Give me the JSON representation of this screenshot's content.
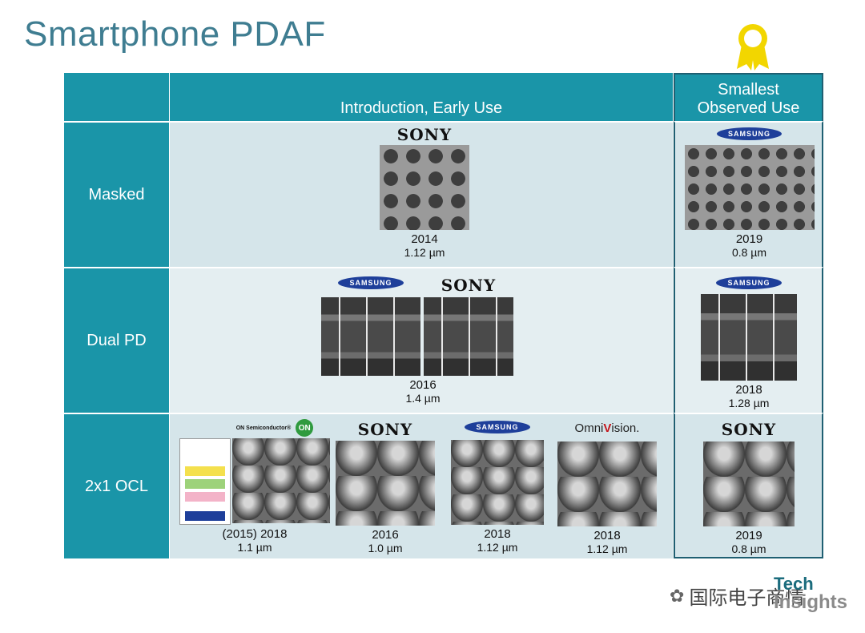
{
  "title": "Smartphone PDAF",
  "header": {
    "intro_label": "Introduction, Early Use",
    "smallest_label_line1": "Smallest",
    "smallest_label_line2": "Observed Use"
  },
  "rows": [
    {
      "label": "Masked",
      "intro": [
        {
          "logo": "SONY",
          "year": "2014",
          "pitch": "1.12 µm"
        }
      ],
      "smallest": {
        "logo": "SAMSUNG",
        "year": "2019",
        "pitch": "0.8 µm"
      }
    },
    {
      "label": "Dual PD",
      "intro": [
        {
          "logo": "SAMSUNG"
        },
        {
          "logo": "SONY"
        }
      ],
      "intro_caption": {
        "year": "2016",
        "pitch": "1.4 µm"
      },
      "smallest": {
        "logo": "SAMSUNG",
        "year": "2018",
        "pitch": "1.28 µm"
      }
    },
    {
      "label": "2x1 OCL",
      "intro": [
        {
          "logo": "ON Semiconductor",
          "year": "(2015) 2018",
          "pitch": "1.1 µm"
        },
        {
          "logo": "SONY",
          "year": "2016",
          "pitch": "1.0 µm"
        },
        {
          "logo": "SAMSUNG",
          "year": "2018",
          "pitch": "1.12 µm"
        },
        {
          "logo": "OmniVision",
          "year": "2018",
          "pitch": "1.12 µm"
        }
      ],
      "smallest": {
        "logo": "SONY",
        "year": "2019",
        "pitch": "0.8 µm"
      }
    }
  ],
  "logos": {
    "sony": "SONY",
    "samsung": "SAMSUNG",
    "on_text": "ON Semiconductor®",
    "on_badge": "ON",
    "omnivision_pre": "Omni",
    "omnivision_post": "ision."
  },
  "watermark": {
    "text": "国际电子商情",
    "icon": "wechat-icon"
  },
  "brand": {
    "line1": "Tech",
    "line2": "Insights"
  },
  "colors": {
    "header_teal": "#1a95a8",
    "title": "#3f7d91",
    "cell_bg": "#d5e5ea",
    "medal": "#f2d600"
  }
}
